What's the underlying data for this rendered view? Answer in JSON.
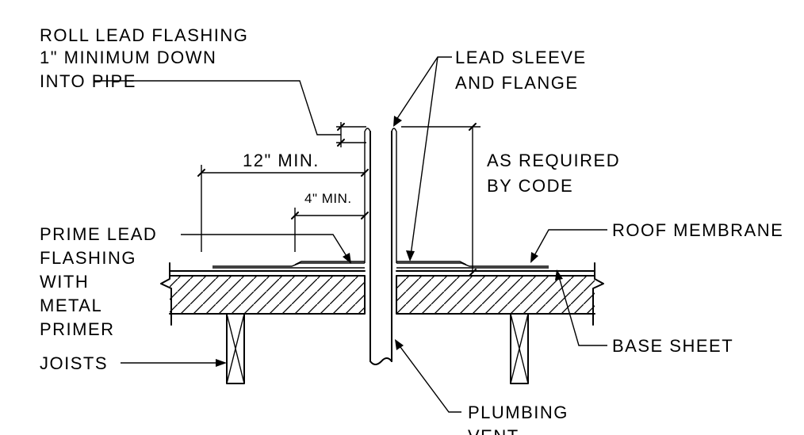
{
  "labels": {
    "roll_lead": [
      "ROLL LEAD FLASHING",
      "1\" MINIMUM DOWN",
      "INTO PIPE"
    ],
    "lead_sleeve": [
      "LEAD SLEEVE",
      "AND FLANGE"
    ],
    "as_required": [
      "AS REQUIRED",
      "BY CODE"
    ],
    "twelve_min": "12\" MIN.",
    "four_min": "4\" MIN.",
    "prime_lead": [
      "PRIME LEAD",
      "FLASHING",
      "WITH",
      "METAL",
      "PRIMER"
    ],
    "roof_membrane": "ROOF MEMBRANE",
    "base_sheet": "BASE SHEET",
    "joists": "JOISTS",
    "plumbing_vent": [
      "PLUMBING",
      "VENT"
    ]
  }
}
